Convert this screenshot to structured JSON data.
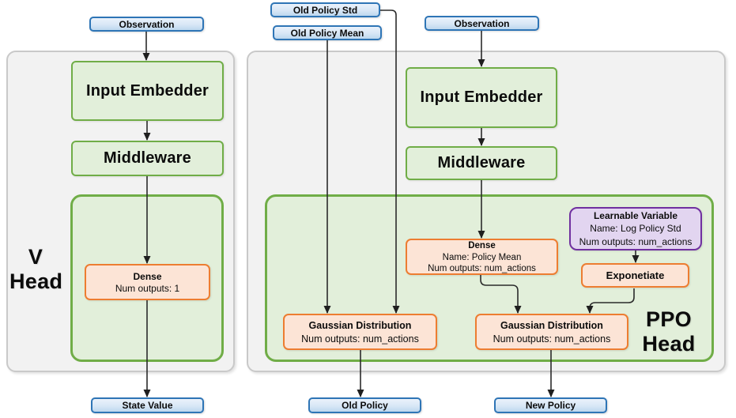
{
  "diagram": {
    "io": {
      "observation_left": "Observation",
      "observation_right": "Observation",
      "old_policy_std": "Old Policy Std",
      "old_policy_mean": "Old Policy Mean",
      "state_value": "State Value",
      "old_policy": "Old Policy",
      "new_policy": "New Policy"
    },
    "v_head": {
      "label_line1": "V",
      "label_line2": "Head",
      "input_embedder": "Input Embedder",
      "middleware": "Middleware",
      "dense": {
        "title": "Dense",
        "line1": "Num outputs: 1"
      }
    },
    "ppo_head": {
      "label_line1": "PPO",
      "label_line2": "Head",
      "input_embedder": "Input Embedder",
      "middleware": "Middleware",
      "dense": {
        "title": "Dense",
        "line1": "Name: Policy Mean",
        "line2": "Num outputs: num_actions"
      },
      "learnable_variable": {
        "title": "Learnable Variable",
        "line1": "Name: Log Policy Std",
        "line2": "Num outputs: num_actions"
      },
      "exponetiate": "Exponetiate",
      "gaussian_old": {
        "title": "Gaussian Distribution",
        "line1": "Num outputs: num_actions"
      },
      "gaussian_new": {
        "title": "Gaussian Distribution",
        "line1": "Num outputs: num_actions"
      }
    },
    "colors": {
      "blue_border": "#2E75B6",
      "blue_fill": "#DEEBF7",
      "green_border": "#70AD47",
      "green_fill": "#E2EFDA",
      "orange_border": "#ED7D31",
      "orange_fill": "#FCE4D6",
      "purple_border": "#7030A0",
      "purple_fill": "#E2D5F0",
      "panel_fill": "#F2F2F2",
      "panel_border": "#C9C9C9",
      "arrow": "#2B2B2B"
    }
  }
}
